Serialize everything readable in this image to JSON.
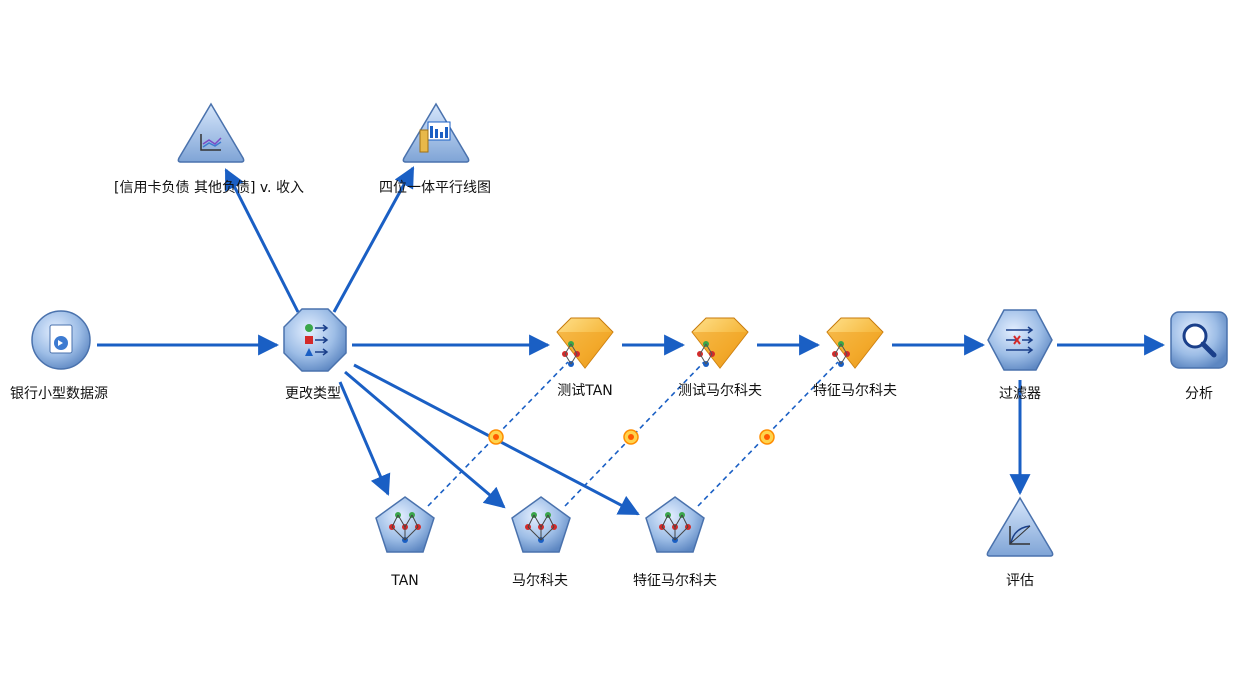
{
  "canvas": {
    "nodes": {
      "plot": "[信用卡负债 其他负债] v. 收入",
      "parallel": "四位一体平行线图",
      "source": "银行小型数据源",
      "type": "更改类型",
      "m_tan": "测试TAN",
      "m_markov": "测试马尔科夫",
      "m_feature": "特征马尔科夫",
      "filter": "过滤器",
      "analysis": "分析",
      "tan": "TAN",
      "markov": "马尔科夫",
      "feature": "特征马尔科夫",
      "eval": "评估"
    },
    "colors": {
      "link": "#1a5fc4",
      "node_blue": "#8fb3dc",
      "node_gold": "#f5b63a"
    }
  }
}
